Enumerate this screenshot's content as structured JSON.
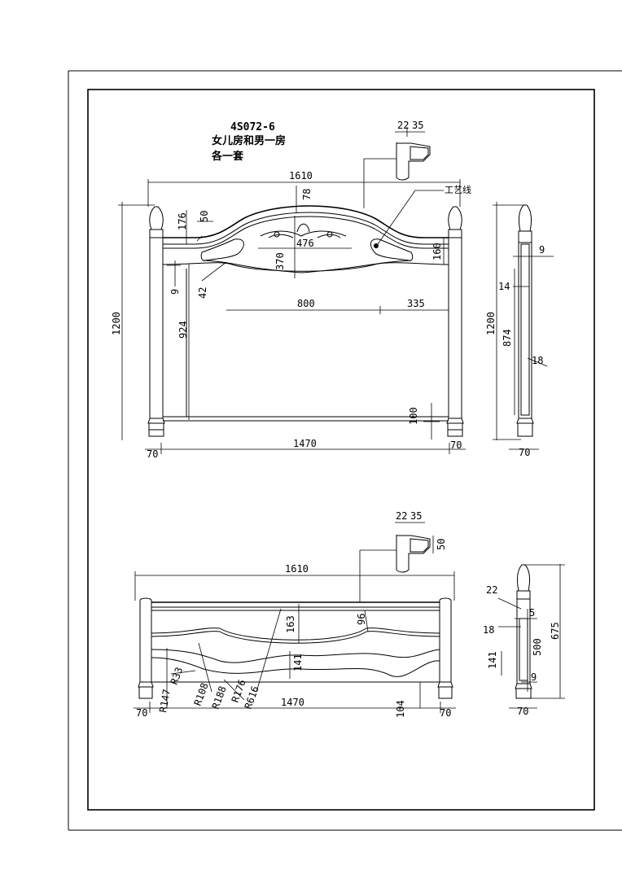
{
  "title_block": {
    "model": "4S072-6",
    "desc_line1": "女儿房和男一房",
    "desc_line2": "各一套"
  },
  "labels": {
    "craft_line": "工艺线"
  },
  "headboard_front": {
    "width_total": "1610",
    "height_total": "1200",
    "arch_rise": "78",
    "post_top": "176",
    "rail_thk": "50",
    "carving_width": "476",
    "panel_height": "370",
    "rail_right": "160",
    "offset_9": "9",
    "offset_42": "42",
    "span_800": "800",
    "span_335": "335",
    "inner_height": "924",
    "foot_100": "100",
    "inner_width": "1470",
    "post_left": "70",
    "post_right": "70",
    "profile_a": "22",
    "profile_b": "35"
  },
  "headboard_side": {
    "height_total": "1200",
    "d9": "9",
    "d14": "14",
    "d874": "874",
    "d18": "18",
    "depth": "70"
  },
  "footboard_front": {
    "width_total": "1610",
    "profile_a": "22",
    "profile_b": "35",
    "profile_c": "50",
    "d163": "163",
    "d96": "96",
    "d141": "141",
    "r33": "R33",
    "r108": "R108",
    "r188": "R188",
    "r176": "R176",
    "r616": "R616",
    "r147": "R147",
    "inner_width": "1470",
    "post_left": "70",
    "post_right": "70",
    "d104": "104"
  },
  "footboard_side": {
    "d22": "22",
    "d5": "5",
    "d18": "18",
    "d500": "500",
    "d675": "675",
    "d141": "141",
    "d9": "9",
    "depth": "70"
  }
}
